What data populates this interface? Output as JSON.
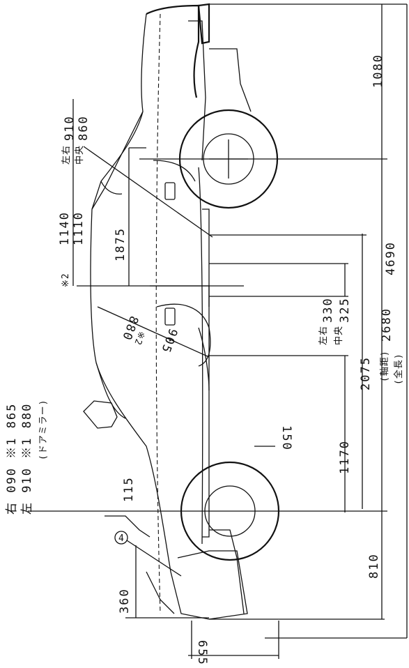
{
  "dimensions": {
    "front_overhang": "1080",
    "wheelbase": "2680",
    "total_length": "4690",
    "rear_overhang": "810",
    "front_to_seat": "2075",
    "rear_section": "1170",
    "seat_gap": "330",
    "seat_gap_center": "325",
    "rear_height": "360",
    "rear_width": "655",
    "rear_clear": "115",
    "ground_step": "150",
    "roof_height": "1875",
    "front_seat": "1140",
    "front_seat_center": "1110",
    "front_head_side": "910",
    "front_head_center": "860",
    "rear_reach": "905",
    "rear_head": "880"
  },
  "labels": {
    "wheelbase_note": "(軸距)",
    "total_note": "(全長)",
    "side_center_a": "左右",
    "side_center_b": "中央",
    "star2": "※2",
    "star2b": "※2",
    "mirror_line1": "右 090 ※1 865",
    "mirror_line2": "左 910 ※1 880",
    "mirror_note": "(ドアミラー)",
    "callout": "4"
  }
}
